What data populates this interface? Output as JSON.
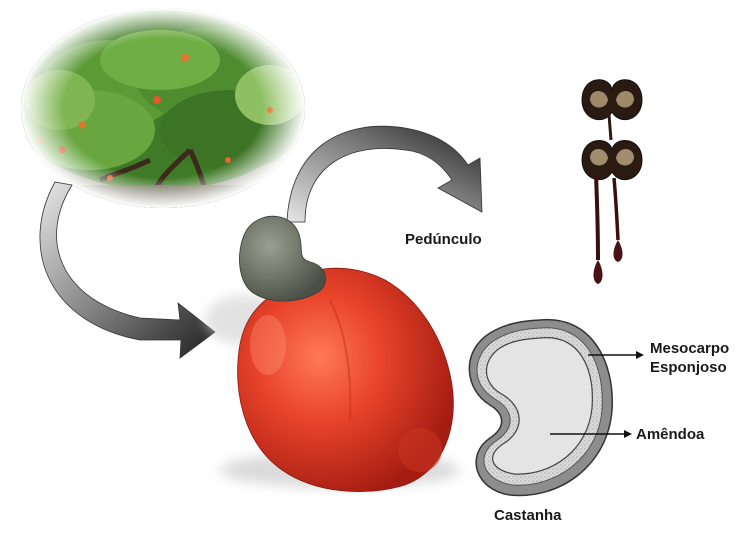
{
  "labels": {
    "pedunculo": "Pedúnculo",
    "mesocarpo_line1": "Mesocarpo",
    "mesocarpo_line2": "Esponjoso",
    "amendoa": "Amêndoa",
    "castanha": "Castanha"
  },
  "colors": {
    "tree_foliage": "#4f8a2e",
    "cashew_fruit": "#e0402a",
    "nut": "#6f7469",
    "arrow_fill": "#5a5a5a",
    "liquid": "#3b0f10",
    "shell_section": "#9a9a9a",
    "kernel": "#e4e4e4"
  },
  "icons": [
    "cashew-tree-image",
    "cashew-apple-image",
    "curved-arrow-icon",
    "cnsl-drip-image",
    "nut-cross-section-image"
  ]
}
